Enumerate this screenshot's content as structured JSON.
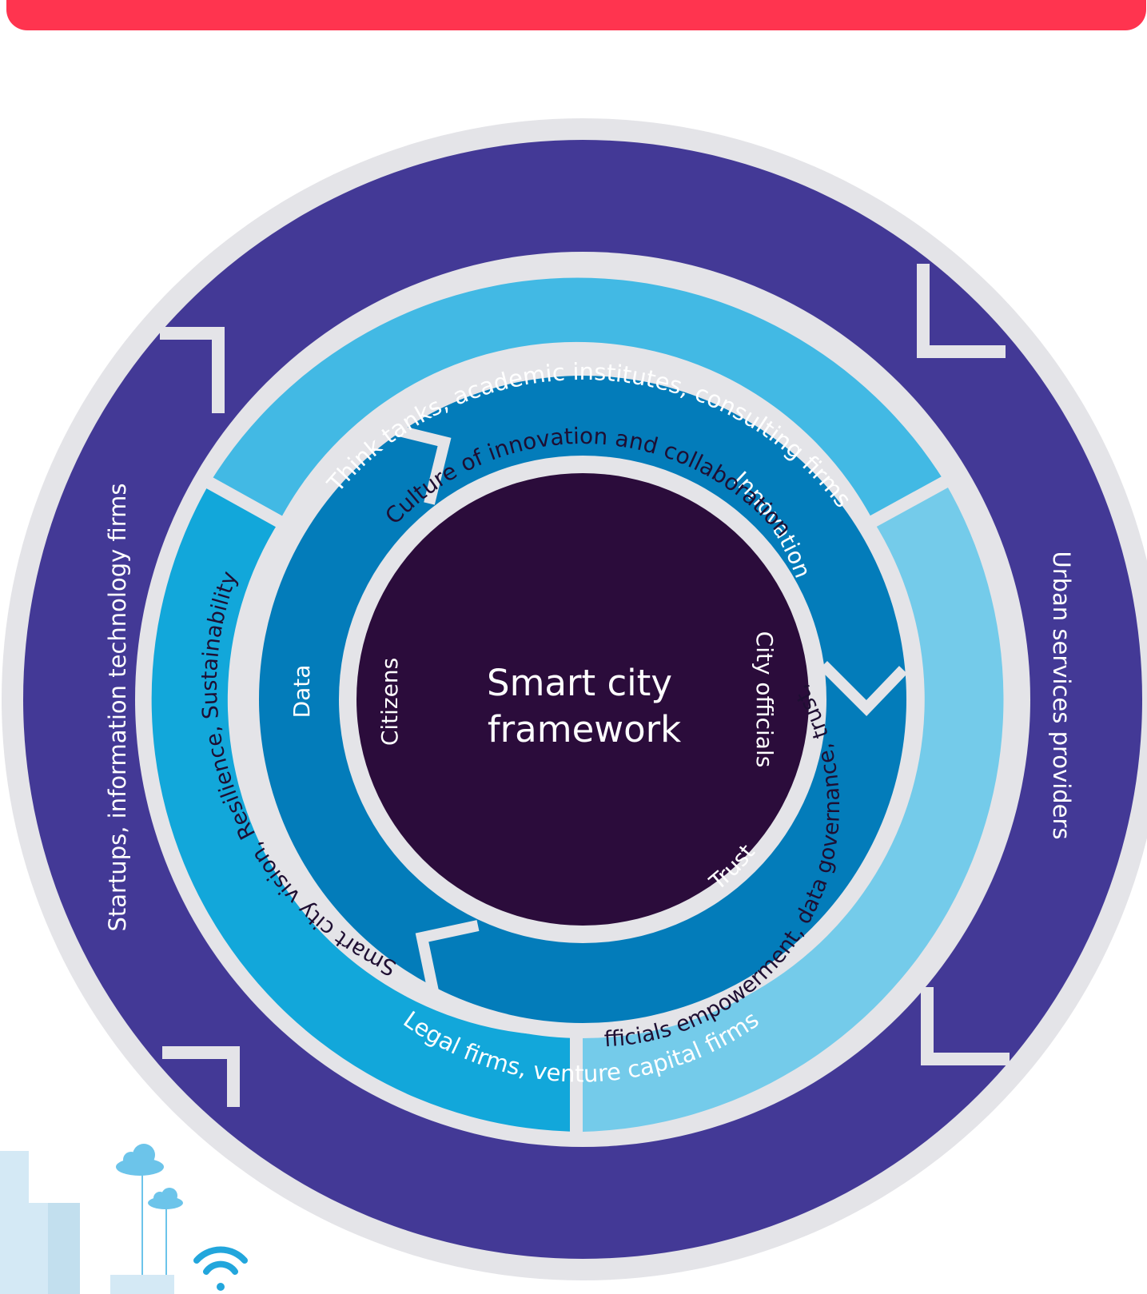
{
  "colors": {
    "banner": "#FF344F",
    "outer_ring": "#433996",
    "gap": "#E4E4E8",
    "ring_top": "#42B9E4",
    "ring_left": "#12A7DA",
    "ring_right": "#74CBEA",
    "cycle_ring": "#037CBA",
    "core": "#2B0C3B",
    "text_light": "#FFFFFF",
    "text_dark": "#1E0E32",
    "city_bg_1": "#D4E9F5",
    "city_bg_2": "#C2DFEE",
    "cloud": "#6CC4EA",
    "wifi": "#22A6DC"
  },
  "center": {
    "line1": "Smart city",
    "line2": "framework"
  },
  "stakeholders": {
    "citizens": "Citizens",
    "city_officials": "City officials"
  },
  "cycle": {
    "innovation": "Innovation",
    "data": "Data",
    "trust": "Trust"
  },
  "enablers": {
    "top": "Culture of innovation  and collaboration",
    "left": "Smart city vision, Resilience, Sustainability",
    "right": "City officials empowerment, data governance, trust, ethics"
  },
  "ecosystem": {
    "top": "Think tanks, academic institutes, consulting firms",
    "right": "Urban services  providers",
    "bottom": "Legal firms, venture capital firms",
    "left": "Startups, information technology firms"
  },
  "icons": [
    "city-skyline-icon",
    "cloud-icon",
    "wifi-icon"
  ]
}
